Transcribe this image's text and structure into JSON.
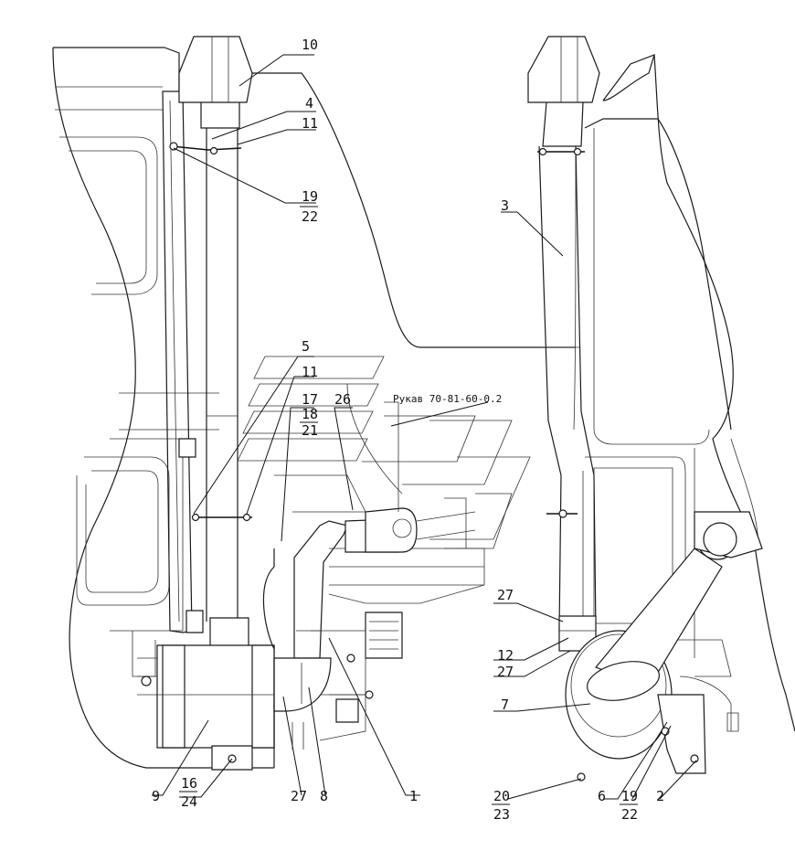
{
  "callouts": {
    "c10": "10",
    "c4": "4",
    "c11a": "11",
    "c19a": "19",
    "c22a": "22",
    "c3": "3",
    "c5": "5",
    "c11b": "11",
    "c17": "17",
    "c18": "18",
    "c21": "21",
    "c26": "26",
    "hose_note": "Рукав 70-81-60-0.2",
    "c27a": "27",
    "c12": "12",
    "c27b": "27",
    "c7": "7",
    "c9": "9",
    "c16": "16",
    "c24": "24",
    "c27c": "27",
    "c8": "8",
    "c1": "1",
    "c20": "20",
    "c23": "23",
    "c6": "6",
    "c19b": "19",
    "c22b": "22",
    "c2": "2"
  }
}
